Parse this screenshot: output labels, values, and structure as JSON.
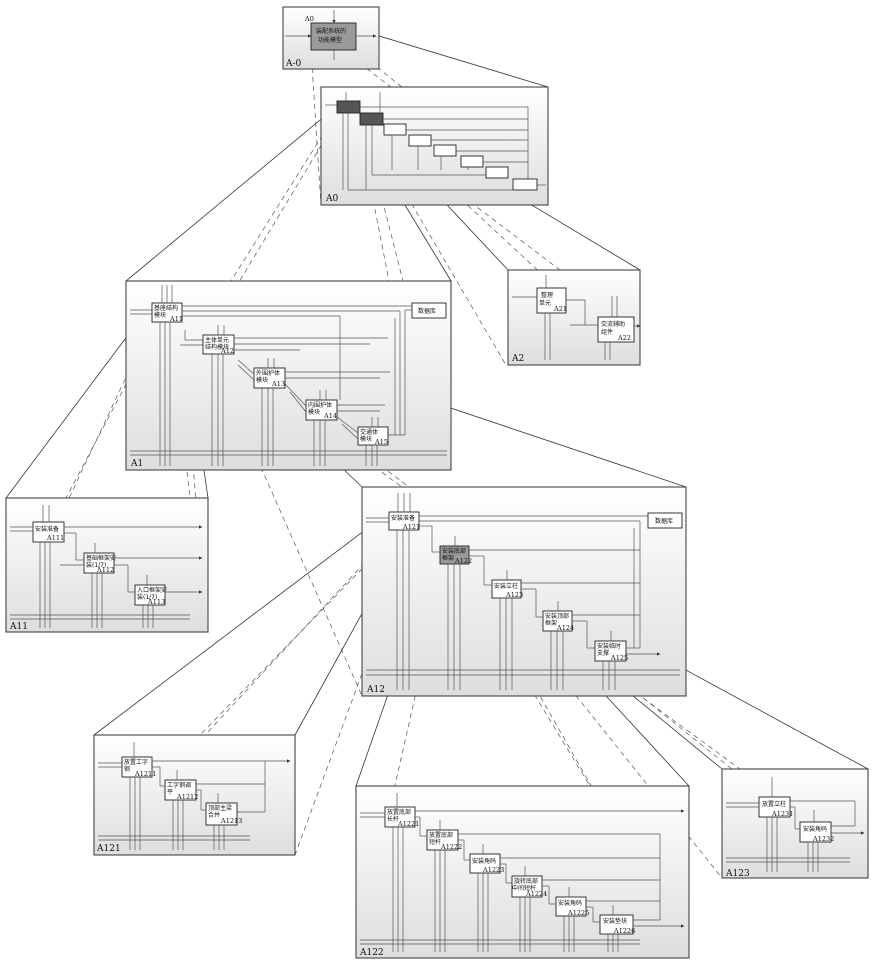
{
  "panels": {
    "a_minus_0": {
      "title": "A-0",
      "corner": "A0",
      "box_label_1": "装配系统的",
      "box_label_2": "功能模型"
    },
    "a0": {
      "title": "A0"
    },
    "a1": {
      "title": "A1",
      "database": "数据库",
      "b1_l1": "基座结构",
      "b1_l2": "模块",
      "b1_code": "A11",
      "b2_l1": "主体单元",
      "b2_l2": "结构模块",
      "b2_code": "A12",
      "b3_l1": "外围护体",
      "b3_l2": "模块",
      "b3_code": "A13",
      "b4_l1": "内围护体",
      "b4_l2": "模块",
      "b4_code": "A14",
      "b5_l1": "交通体",
      "b5_l2": "模块",
      "b5_code": "A15"
    },
    "a2": {
      "title": "A2",
      "b1_l1": "整理",
      "b1_l2": "单元",
      "b1_code": "A21",
      "b2_l1": "交流辅助",
      "b2_l2": "组件",
      "b2_code": "A22"
    },
    "a11": {
      "title": "A11",
      "b1_l1": "安装准备",
      "b1_code": "A111",
      "b2_l1": "基础框架安",
      "b2_l2": "装(1/7)",
      "b2_code": "A112",
      "b3_l1": "入口框架安",
      "b3_l2": "装(1/7)",
      "b3_code": "A113"
    },
    "a12": {
      "title": "A12",
      "database": "数据库",
      "b1_l1": "安装准备",
      "b1_code": "A121",
      "b2_l1": "安装底部",
      "b2_l2": "框架",
      "b2_code": "A122",
      "b3_l1": "安装立柱",
      "b3_code": "A123",
      "b4_l1": "安装顶部",
      "b4_l2": "框架",
      "b4_code": "A124",
      "b5_l1": "安装临时",
      "b5_l2": "支撑",
      "b5_code": "A125"
    },
    "a121": {
      "title": "A121",
      "b1_l1": "放置工字",
      "b1_l2": "钢",
      "b1_code": "A1211",
      "b2_l1": "工字钢调",
      "b2_l2": "平",
      "b2_code": "A1212",
      "b3_l1": "顶部主梁",
      "b3_l2": "合并",
      "b3_code": "A1213"
    },
    "a122": {
      "title": "A122",
      "b1_l1": "放置底部",
      "b1_l2": "长杆",
      "b1_code": "A1221",
      "b2_l1": "放置底部",
      "b2_l2": "短杆",
      "b2_code": "A1222",
      "b3_l1": "安装角码",
      "b3_code": "A1223",
      "b4_l1": "旋转底部",
      "b4_l2": "中间短杆",
      "b4_code": "A1224",
      "b5_l1": "安装角码",
      "b5_code": "A1225",
      "b6_l1": "安装垫块",
      "b6_code": "A1226"
    },
    "a123": {
      "title": "A123",
      "b1_l1": "放置立柱",
      "b1_code": "A1231",
      "b2_l1": "安装角码",
      "b2_code": "A1232"
    }
  }
}
